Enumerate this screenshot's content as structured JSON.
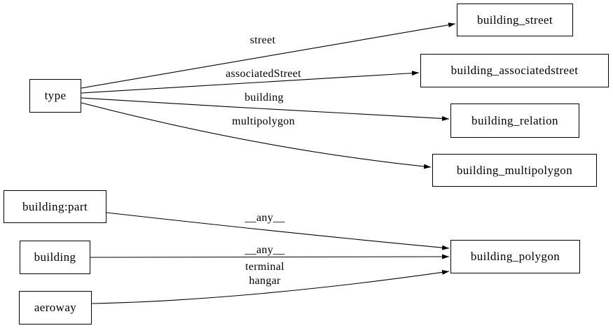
{
  "diagram": {
    "background_color": "#ffffff",
    "line_color": "#000000",
    "nodes": {
      "type": {
        "label": "type"
      },
      "building_street": {
        "label": "building_street"
      },
      "building_associatedstreet": {
        "label": "building_associatedstreet"
      },
      "building_relation": {
        "label": "building_relation"
      },
      "building_multipolygon": {
        "label": "building_multipolygon"
      },
      "building_part": {
        "label": "building:part"
      },
      "building": {
        "label": "building"
      },
      "aeroway": {
        "label": "aeroway"
      },
      "building_polygon": {
        "label": "building_polygon"
      }
    },
    "edges": [
      {
        "from": "type",
        "to": "building_street",
        "label": "street"
      },
      {
        "from": "type",
        "to": "building_associatedstreet",
        "label": "associatedStreet"
      },
      {
        "from": "type",
        "to": "building_relation",
        "label": "building"
      },
      {
        "from": "type",
        "to": "building_multipolygon",
        "label": "multipolygon"
      },
      {
        "from": "building:part",
        "to": "building_polygon",
        "label": "__any__"
      },
      {
        "from": "building",
        "to": "building_polygon",
        "label": "__any__"
      },
      {
        "from": "aeroway",
        "to": "building_polygon",
        "label": "terminal"
      },
      {
        "from": "aeroway",
        "to": "building_polygon",
        "label": "hangar"
      }
    ]
  }
}
